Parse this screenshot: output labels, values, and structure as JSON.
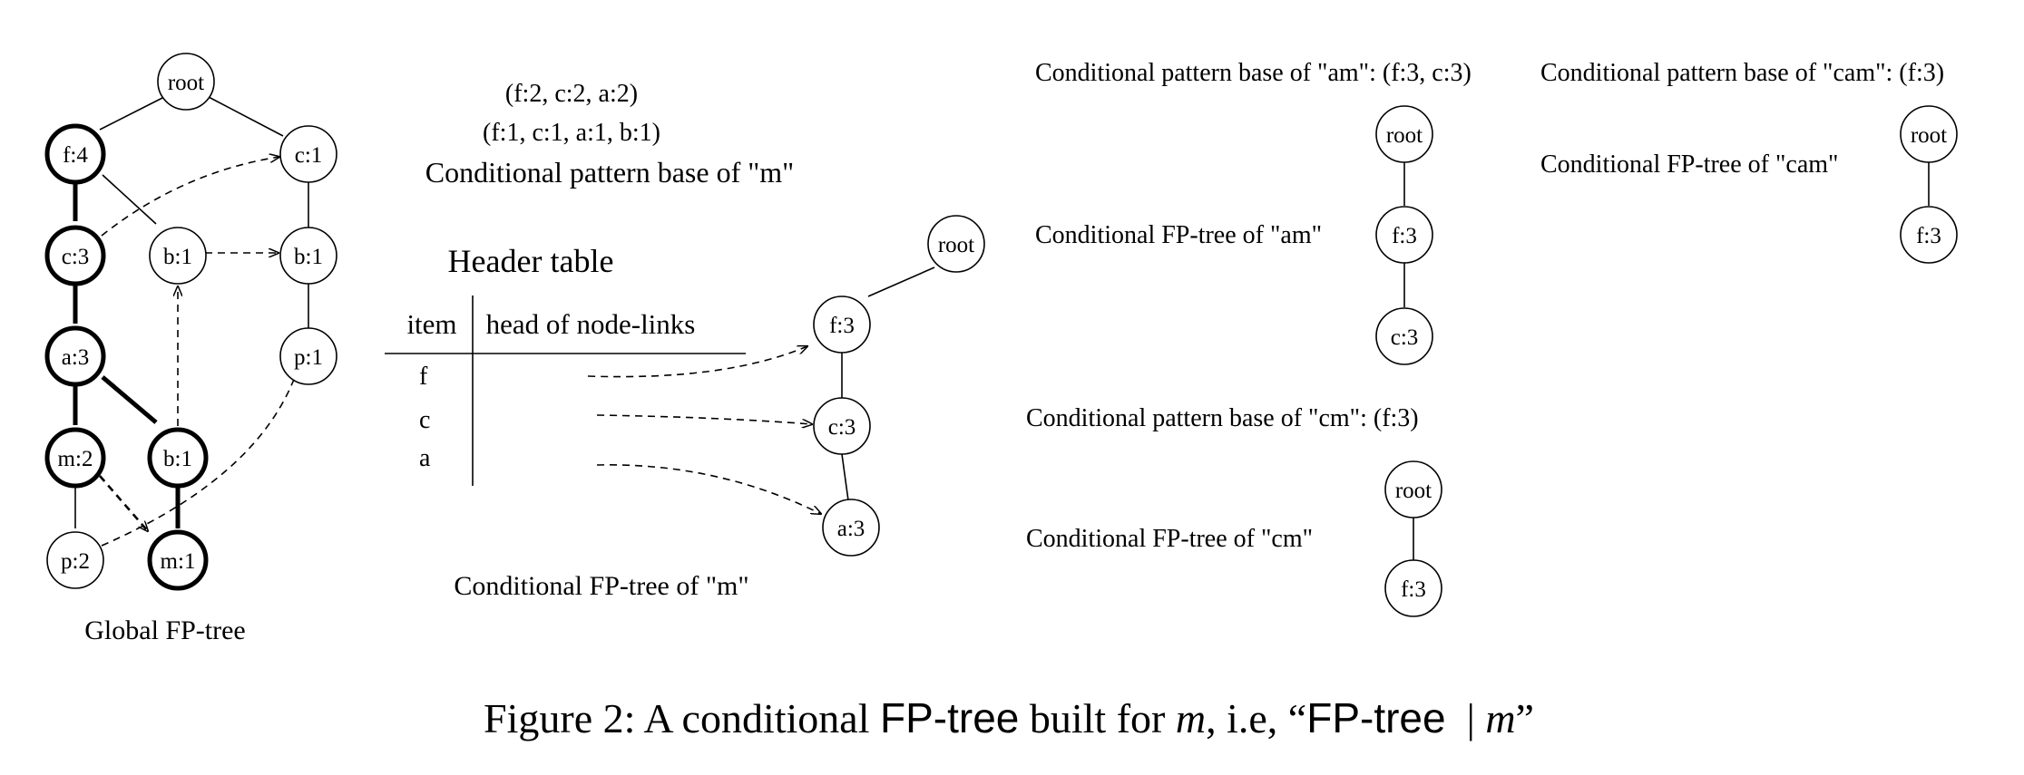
{
  "global_tree": {
    "caption": "Global FP-tree",
    "nodes": {
      "root": "root",
      "f4": "f:4",
      "c1": "c:1",
      "c3": "c:3",
      "b1a": "b:1",
      "b1b": "b:1",
      "a3": "a:3",
      "p1": "p:1",
      "m2": "m:2",
      "b1c": "b:1",
      "p2": "p:2",
      "m1": "m:1"
    }
  },
  "m_base": {
    "line1": "(f:2, c:2, a:2)",
    "line2": "(f:1, c:1, a:1, b:1)",
    "title": "Conditional pattern base of \"m\""
  },
  "header_table": {
    "title": "Header table",
    "col_item": "item",
    "col_links": "head of node-links",
    "rows": [
      "f",
      "c",
      "a"
    ]
  },
  "m_tree": {
    "caption": "Conditional FP-tree of \"m\"",
    "nodes": {
      "root": "root",
      "f3": "f:3",
      "c3": "c:3",
      "a3": "a:3"
    }
  },
  "am": {
    "base": "Conditional pattern base of \"am\": (f:3, c:3)",
    "tree_label": "Conditional FP-tree of \"am\"",
    "nodes": {
      "root": "root",
      "f3": "f:3",
      "c3": "c:3"
    }
  },
  "cam": {
    "base": "Conditional pattern base of \"cam\": (f:3)",
    "tree_label": "Conditional FP-tree of \"cam\"",
    "nodes": {
      "root": "root",
      "f3": "f:3"
    }
  },
  "cm": {
    "base": "Conditional pattern base of \"cm\": (f:3)",
    "tree_label": "Conditional FP-tree of \"cm\"",
    "nodes": {
      "root": "root",
      "f3": "f:3"
    }
  },
  "figure_caption": {
    "prefix": "Figure 2: A conditional ",
    "fp_tree": "FP-tree",
    "middle": " built for ",
    "m": "m",
    "ie": ", i.e, “",
    "fp_tree2": "FP-tree",
    "bar": "  | ",
    "m2": "m",
    "end": "”"
  }
}
